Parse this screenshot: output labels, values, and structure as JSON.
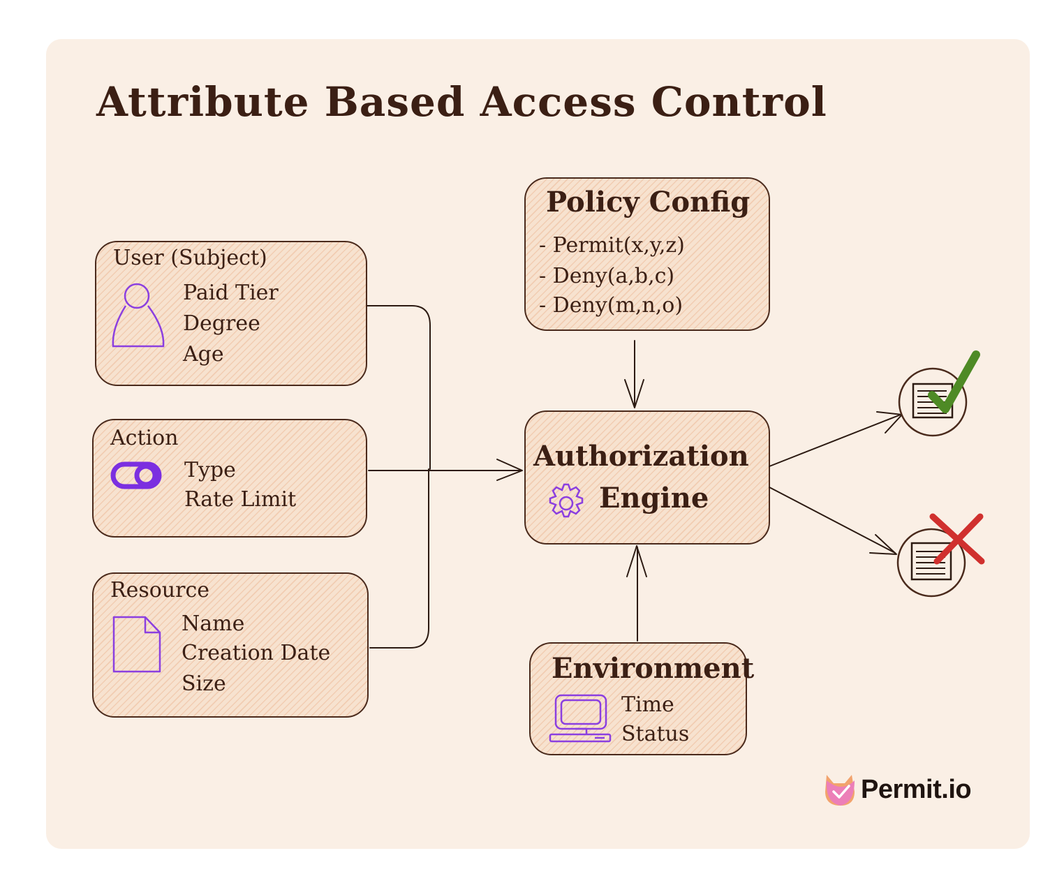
{
  "title": "Attribute Based Access Control",
  "user": {
    "heading": "User (Subject)",
    "icon": "user-icon",
    "attributes": [
      "Paid Tier",
      "Degree",
      "Age"
    ]
  },
  "action": {
    "heading": "Action",
    "icon": "toggle-icon",
    "attributes": [
      "Type",
      "Rate Limit"
    ]
  },
  "resource": {
    "heading": "Resource",
    "icon": "document-icon",
    "attributes": [
      "Name",
      "Creation Date",
      "Size"
    ]
  },
  "policy": {
    "heading": "Policy Config",
    "rules": [
      "- Permit(x,y,z)",
      "- Deny(a,b,c)",
      "- Deny(m,n,o)"
    ]
  },
  "engine": {
    "line1": "Authorization",
    "line2": "Engine",
    "icon": "gear-icon"
  },
  "environment": {
    "heading": "Environment",
    "icon": "computer-icon",
    "attributes": [
      "Time",
      "Status"
    ]
  },
  "outcomes": [
    {
      "icon": "document-icon",
      "mark": "check-icon",
      "color": "#4e8a25"
    },
    {
      "icon": "document-icon",
      "mark": "cross-icon",
      "color": "#d0302e"
    }
  ],
  "brand": {
    "name": "Permit.io",
    "icon": "permit-logo-icon"
  },
  "colors": {
    "background": "#faefe5",
    "ink": "#3b1f14",
    "icon": "#8b3fe0"
  }
}
